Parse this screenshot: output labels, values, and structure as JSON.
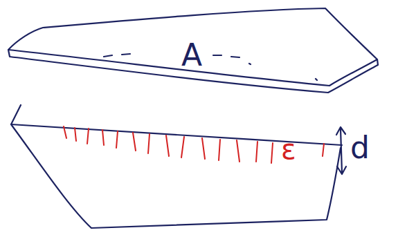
{
  "diagram": {
    "labels": [
      "A",
      "ε",
      "d"
    ]
  }
}
